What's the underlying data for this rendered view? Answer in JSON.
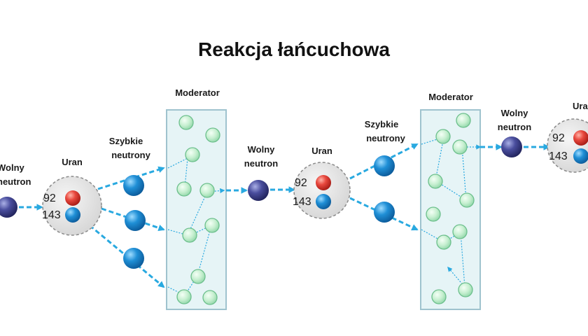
{
  "title": "Reakcja łańcuchowa",
  "labels": {
    "moderator": "Moderator",
    "uranium": "Uran",
    "fast_neutrons_line1": "Szybkie",
    "fast_neutrons_line2": "neutrony",
    "slow_neutron_line1": "Wolny",
    "slow_neutron_line2": "neutron"
  },
  "nucleus": {
    "protons": "92",
    "neutrons": "143"
  },
  "colors": {
    "arrow": "#29a9e0",
    "moderator_fill": "#e6f4f6",
    "moderator_border": "#9fc3ce",
    "slow_neutron": "#3c3c8c",
    "fast_neutron": "#1a83c8",
    "proton": "#e0443c",
    "moderator_particle": "#8fd6a8",
    "nucleus_fill": "#e4e4e4"
  }
}
